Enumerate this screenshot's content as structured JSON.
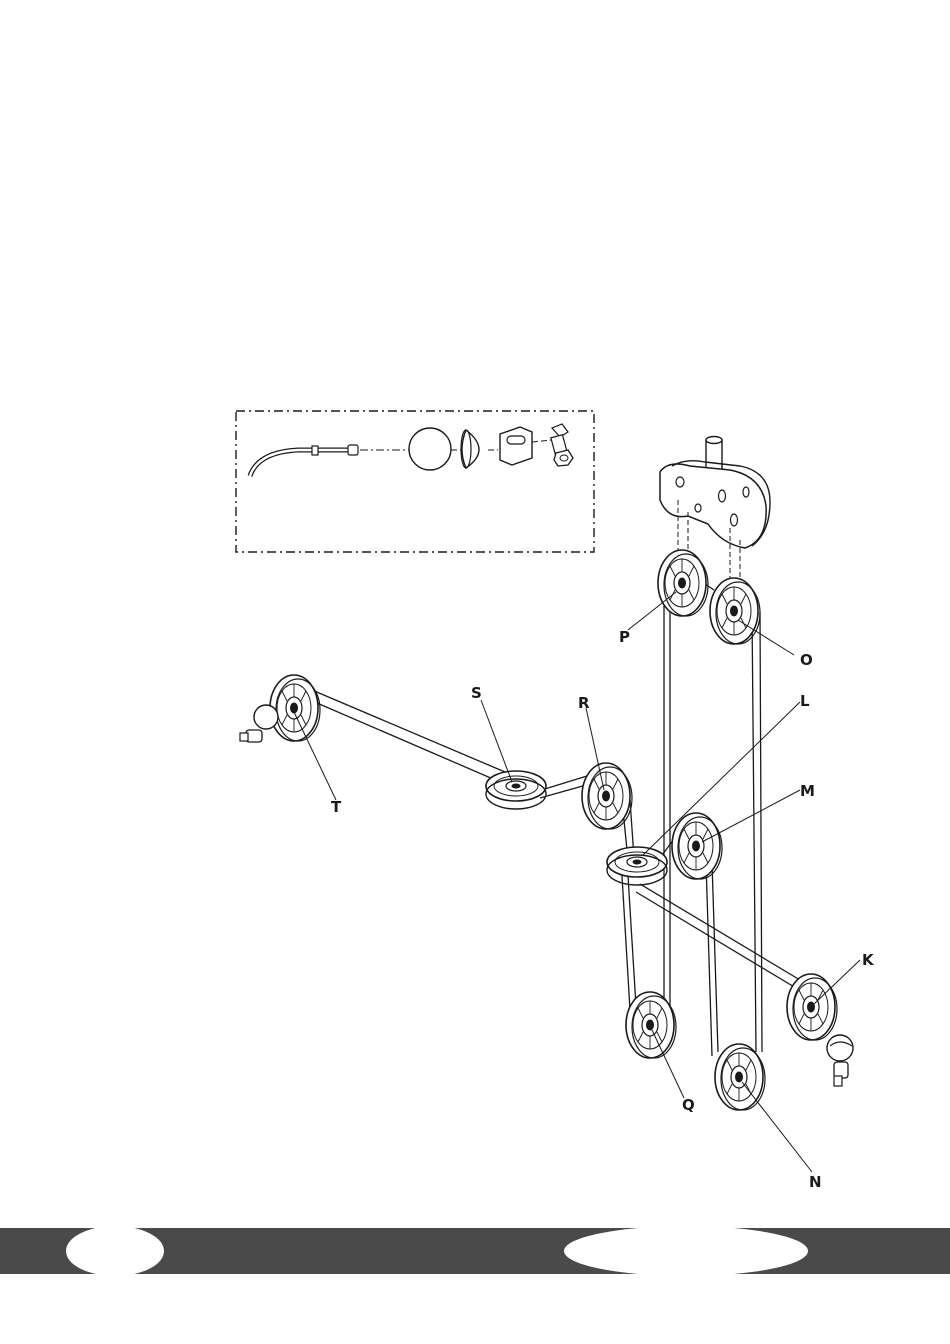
{
  "labels": {
    "P": "P",
    "O": "O",
    "S": "S",
    "R": "R",
    "L": "L",
    "M": "M",
    "T": "T",
    "K": "K",
    "Q": "Q",
    "N": "N"
  },
  "colors": {
    "line": "#1a1a1a",
    "footer": "#4a4a4a"
  }
}
